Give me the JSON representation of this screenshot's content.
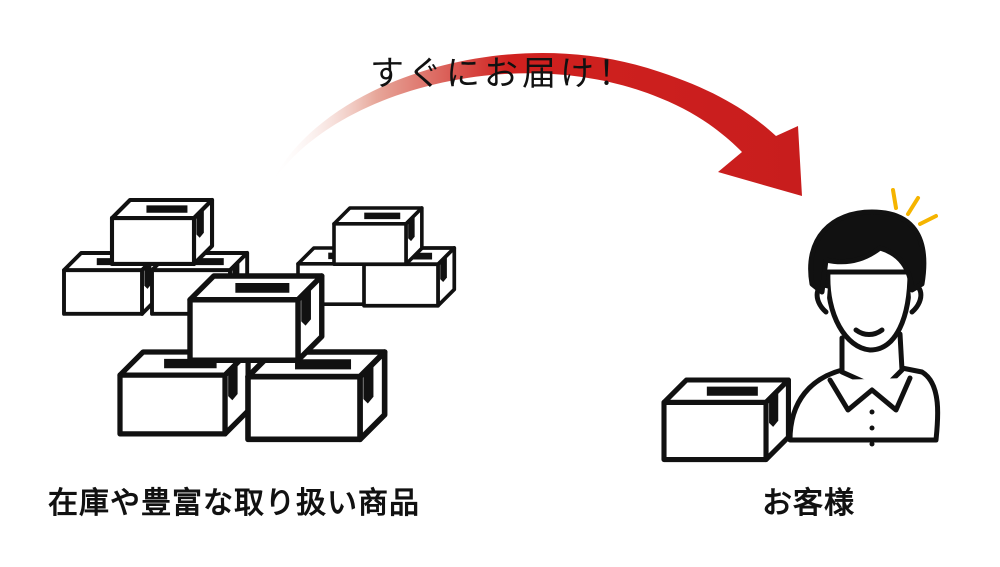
{
  "labels": {
    "delivery": "すぐにお届け！",
    "stock": "在庫や豊富な取り扱い商品",
    "customer": "お客様"
  },
  "colors": {
    "arrow_start": "#ffffff",
    "arrow_end": "#d0211f",
    "outline": "#111111",
    "box_fill": "#ffffff",
    "sparkle": "#f5b400"
  },
  "icons": [
    "box-icon",
    "customer-person-icon",
    "sparkle-icon",
    "curved-arrow-icon"
  ]
}
